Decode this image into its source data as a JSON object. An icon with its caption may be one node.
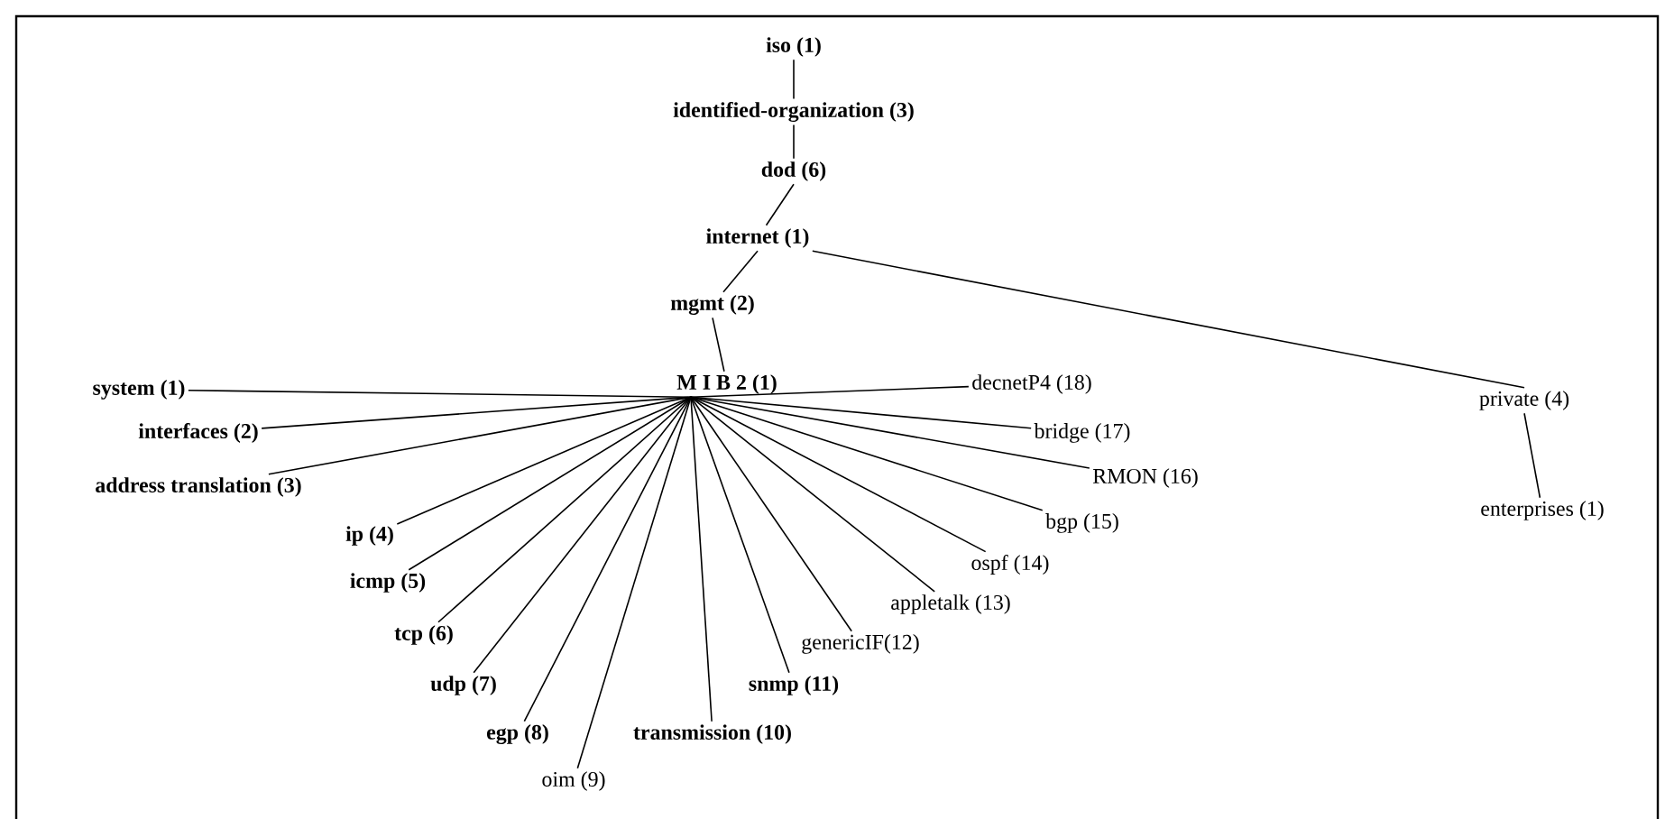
{
  "diagram": {
    "nodes": [
      {
        "text": [
          "iso (1)"
        ]
      },
      {
        "text": [
          "identified-organization (3)"
        ]
      },
      {
        "text": [
          "dod (6)"
        ]
      },
      {
        "text": [
          "internet (1)"
        ]
      },
      {
        "text": [
          "mgmt (2)"
        ]
      },
      {
        "text": [
          "M I B 2 (1)"
        ]
      },
      {
        "text": [
          "system (1)"
        ]
      },
      {
        "text": [
          "interfaces (2)"
        ]
      },
      {
        "text": [
          "address translation (3)"
        ]
      },
      {
        "text": [
          "ip (4)"
        ]
      },
      {
        "text": [
          "icmp (5)"
        ]
      },
      {
        "text": [
          "tcp (6)"
        ]
      },
      {
        "text": [
          "udp (7)"
        ]
      },
      {
        "text": [
          "egp (8)"
        ]
      },
      {
        "text": [
          "oim (9)"
        ]
      },
      {
        "text": [
          "transmission (10)"
        ]
      },
      {
        "text": [
          "snmp (11)"
        ]
      },
      {
        "text": [
          "genericIF(12)"
        ]
      },
      {
        "text": [
          "appletalk (13)"
        ]
      },
      {
        "text": [
          "ospf (14)"
        ]
      },
      {
        "text": [
          "bgp (15)"
        ]
      },
      {
        "text": [
          "RMON (16)"
        ]
      },
      {
        "text": [
          "bridge (17)"
        ]
      },
      {
        "text": [
          "decnetP4 (18)"
        ]
      },
      {
        "text": [
          "private (4)"
        ]
      },
      {
        "text": [
          "enterprises (1)"
        ]
      }
    ],
    "edges": [
      {
        "from": 0,
        "to": 1,
        "arrow": "none"
      },
      {
        "from": 1,
        "to": 2,
        "arrow": "none"
      },
      {
        "from": 2,
        "to": 3,
        "arrow": "none"
      },
      {
        "from": 3,
        "to": 4,
        "arrow": "none"
      },
      {
        "from": 4,
        "to": 5,
        "arrow": "none"
      },
      {
        "from": 5,
        "to": 6,
        "arrow": "none"
      },
      {
        "from": 5,
        "to": 7,
        "arrow": "none"
      },
      {
        "from": 5,
        "to": 8,
        "arrow": "none"
      },
      {
        "from": 5,
        "to": 9,
        "arrow": "none"
      },
      {
        "from": 5,
        "to": 10,
        "arrow": "none"
      },
      {
        "from": 5,
        "to": 11,
        "arrow": "none"
      },
      {
        "from": 5,
        "to": 12,
        "arrow": "none"
      },
      {
        "from": 5,
        "to": 13,
        "arrow": "none"
      },
      {
        "from": 5,
        "to": 14,
        "arrow": "none"
      },
      {
        "from": 5,
        "to": 15,
        "arrow": "none"
      },
      {
        "from": 5,
        "to": 16,
        "arrow": "none"
      },
      {
        "from": 5,
        "to": 17,
        "arrow": "none"
      },
      {
        "from": 5,
        "to": 18,
        "arrow": "none"
      },
      {
        "from": 5,
        "to": 19,
        "arrow": "none"
      },
      {
        "from": 5,
        "to": 20,
        "arrow": "none"
      },
      {
        "from": 5,
        "to": 21,
        "arrow": "none"
      },
      {
        "from": 5,
        "to": 22,
        "arrow": "none"
      },
      {
        "from": 5,
        "to": 23,
        "arrow": "none"
      },
      {
        "from": 3,
        "to": 24,
        "arrow": "none"
      },
      {
        "from": 24,
        "to": 25,
        "arrow": "none"
      }
    ]
  }
}
